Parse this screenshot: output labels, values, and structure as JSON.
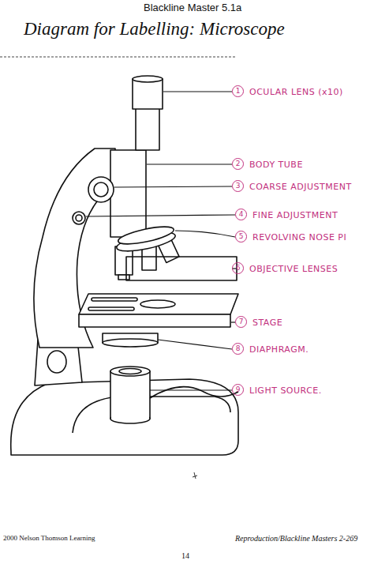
{
  "diagram": {
    "title": "Diagram for Labelling: Microscope",
    "nodes": [
      {
        "text": [
          "1",
          "OCULAR LENS (x10)"
        ]
      },
      {
        "text": [
          "2",
          "BODY TUBE"
        ]
      },
      {
        "text": [
          "3",
          "COARSE ADJUSTMENT"
        ]
      },
      {
        "text": [
          "4",
          "FINE ADJUSTMENT"
        ]
      },
      {
        "text": [
          "5",
          "REVOLVING NOSE PI"
        ]
      },
      {
        "text": [
          "6",
          "OBJECTIVE LENSES"
        ]
      },
      {
        "text": [
          "7",
          "STAGE"
        ]
      },
      {
        "text": [
          "8",
          "DIAPHRAGM."
        ]
      },
      {
        "text": [
          "9",
          "LIGHT SOURCE."
        ]
      }
    ],
    "labels": [
      "Blackline Master 5.1a",
      "2000 Nelson Thomson Learning",
      "Reproduction/Blackline Masters 2-269",
      "14"
    ]
  }
}
